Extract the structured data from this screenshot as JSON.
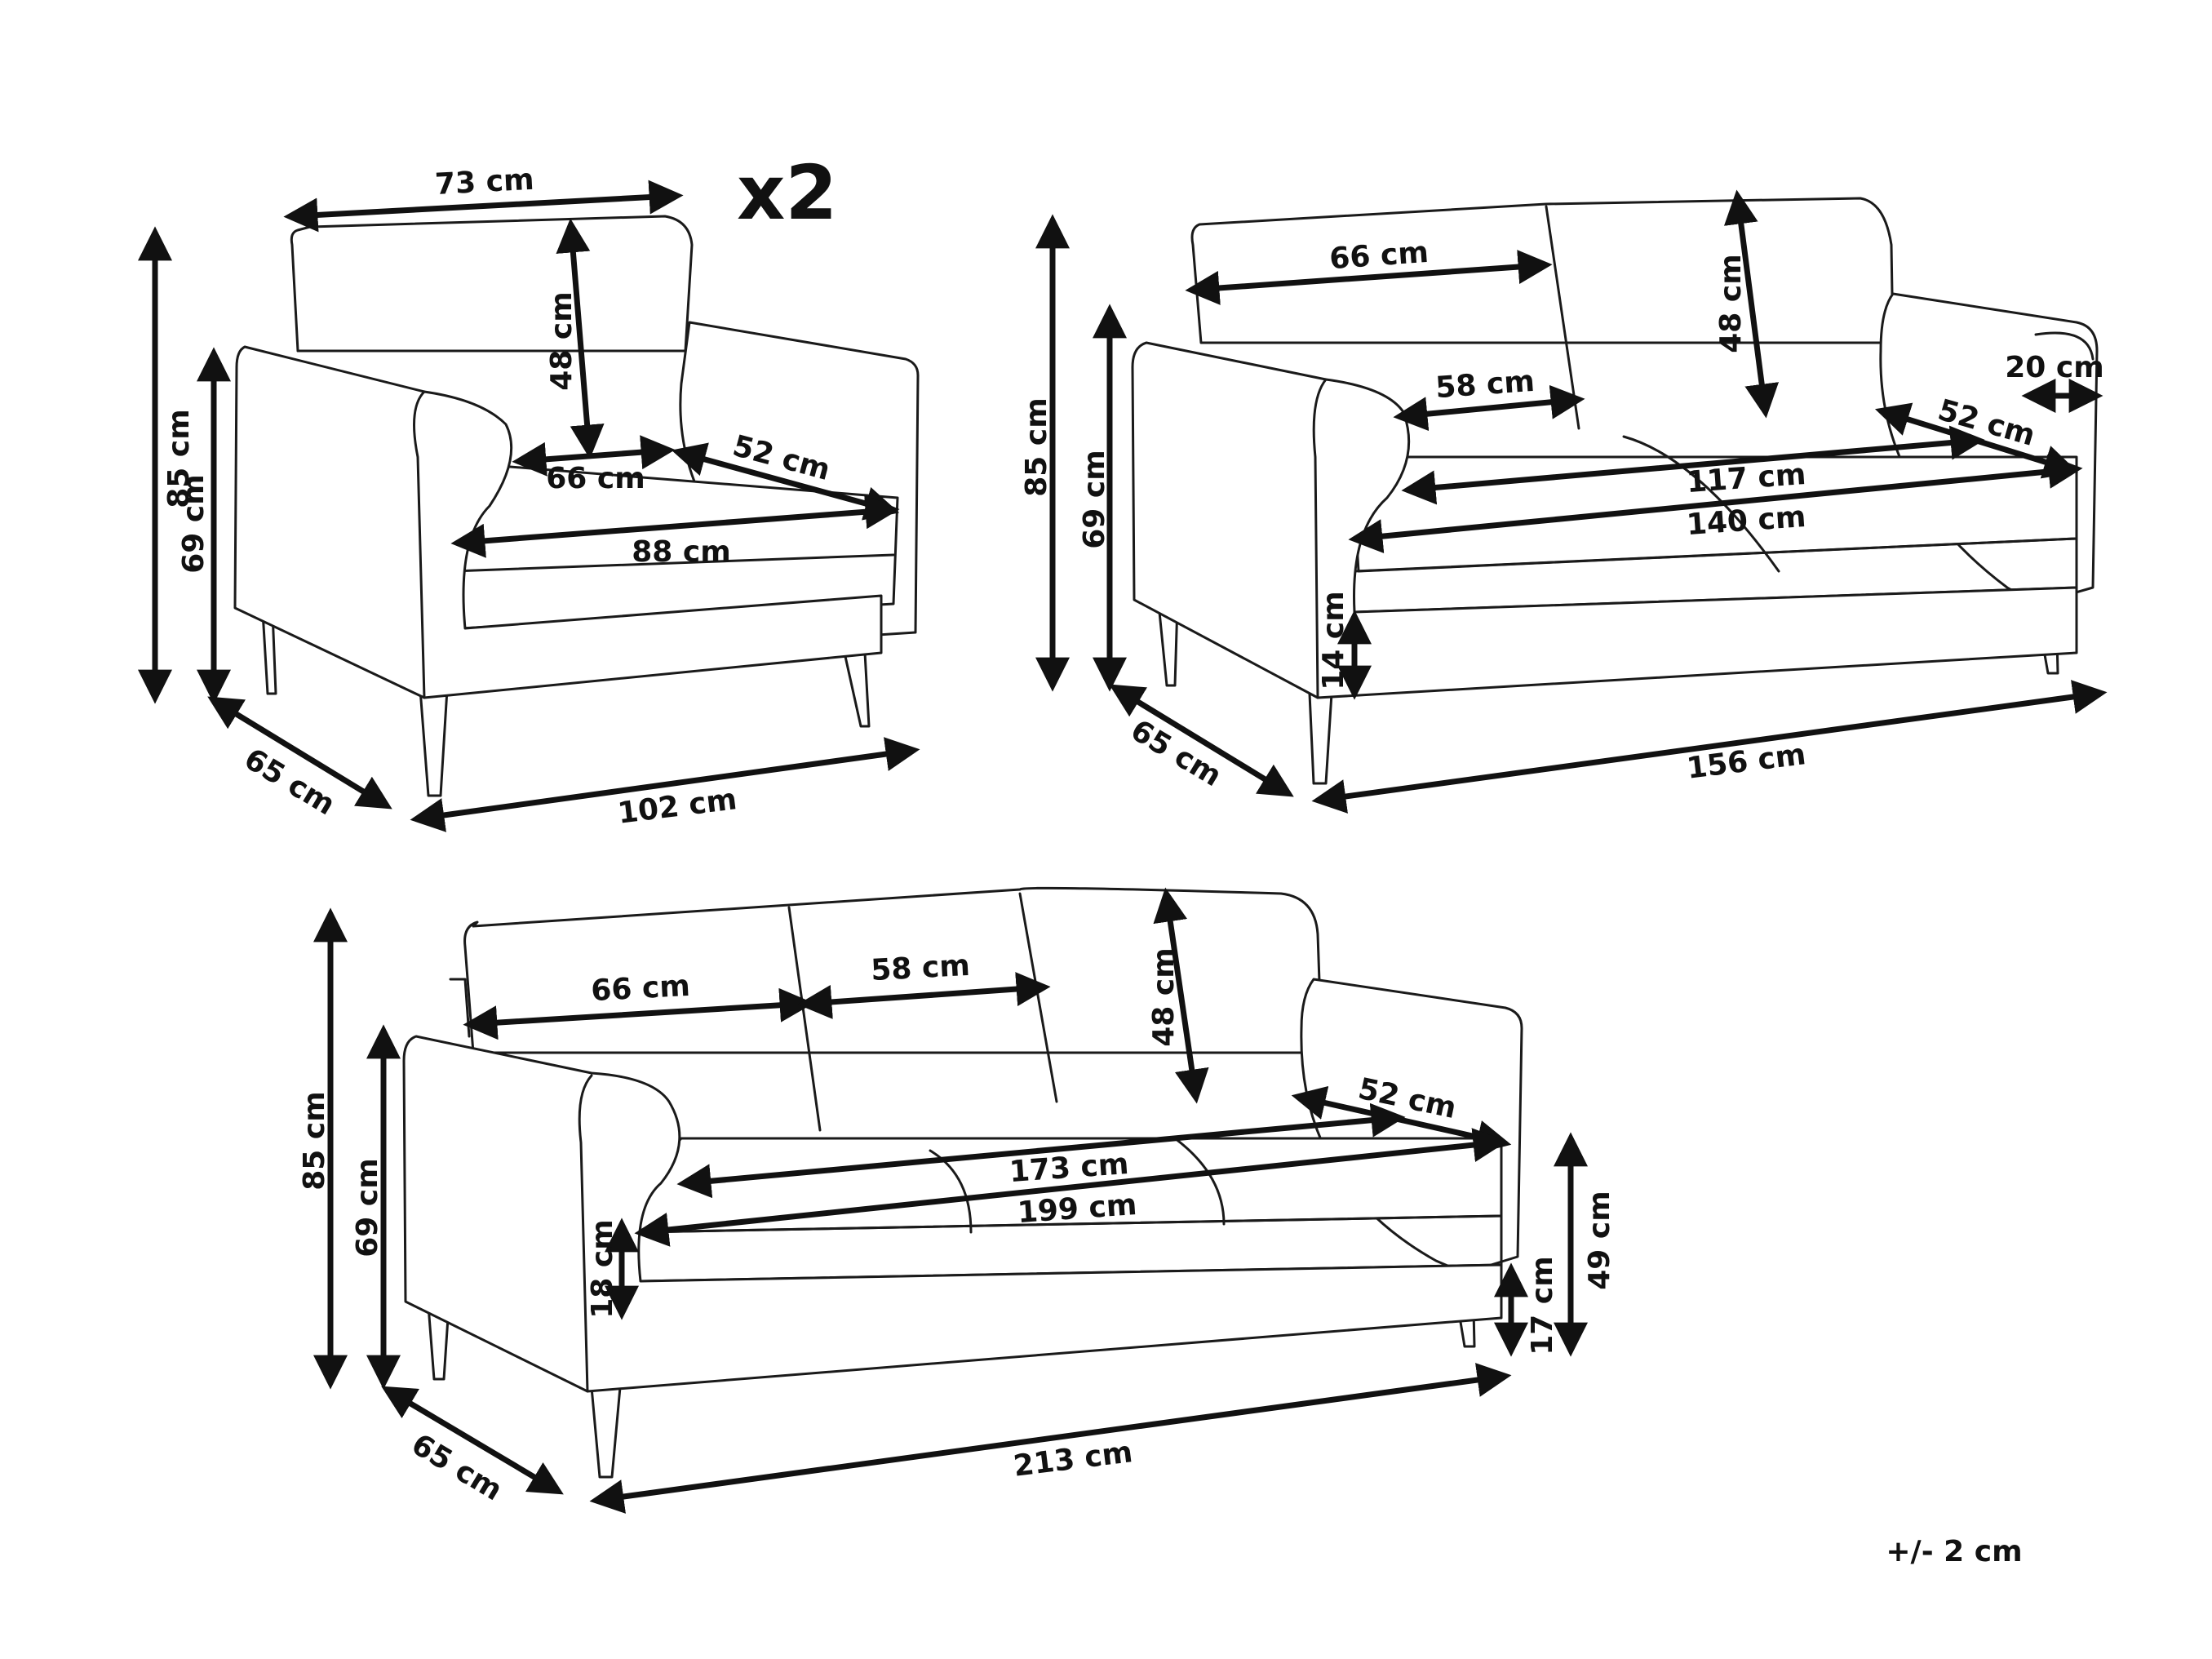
{
  "armchair": {
    "quantity": "x2",
    "labels": {
      "width_top": "73 cm",
      "back_height": "48 cm",
      "height": "85 cm",
      "arm_height": "69 cm",
      "seat_width": "66 cm",
      "seat_depth": "52 cm",
      "inner_width": "88 cm",
      "depth": "65 cm",
      "width": "102 cm"
    }
  },
  "loveseat": {
    "labels": {
      "cushion_width": "66 cm",
      "back_height": "48 cm",
      "height": "85 cm",
      "arm_height": "69 cm",
      "seat_cushion": "58 cm",
      "arm_width": "20 cm",
      "seat_depth": "52 cm",
      "seat_width": "117 cm",
      "inner_width": "140 cm",
      "leg_height": "14 cm",
      "depth": "65 cm",
      "width": "156 cm"
    }
  },
  "sofa": {
    "labels": {
      "height": "85 cm",
      "arm_height": "69 cm",
      "cushion_outer": "66 cm",
      "cushion_middle": "58 cm",
      "back_height": "48 cm",
      "seat_depth": "52 cm",
      "seat_width": "173 cm",
      "inner_width": "199 cm",
      "under_clearance": "18 cm",
      "seat_height": "49 cm",
      "leg_height": "17 cm",
      "depth": "65 cm",
      "width": "213 cm"
    }
  },
  "tolerance": "+/- 2 cm"
}
